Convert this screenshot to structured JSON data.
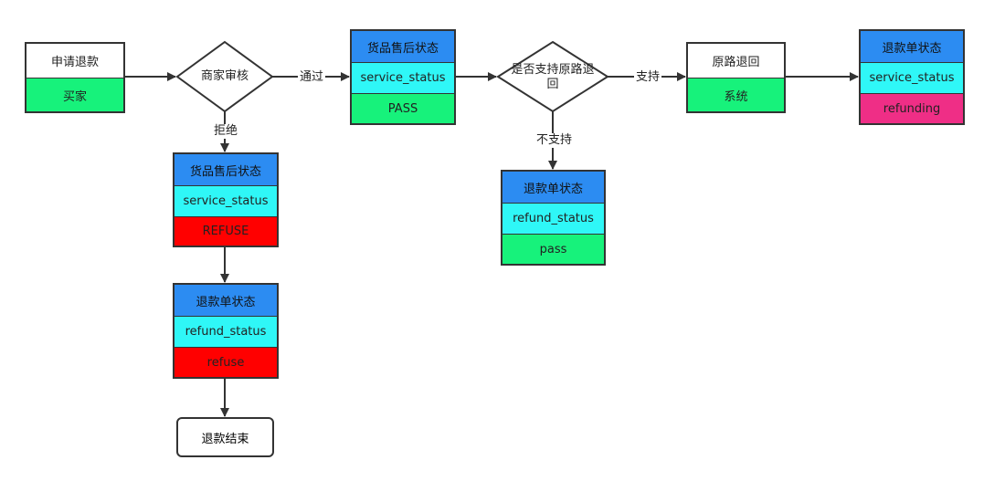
{
  "nodes": {
    "apply": {
      "title": "申请退款",
      "actor": "买家"
    },
    "merchant_review": {
      "label": "商家审核"
    },
    "goods_pass": {
      "title": "货品售后状态",
      "field": "service_status",
      "value": "PASS"
    },
    "support_check": {
      "label": "是否支持原路退回"
    },
    "original_return": {
      "title": "原路退回",
      "actor": "系统"
    },
    "refund_refunding": {
      "title": "退款单状态",
      "field": "service_status",
      "value": "refunding"
    },
    "refund_pass": {
      "title": "退款单状态",
      "field": "refund_status",
      "value": "pass"
    },
    "goods_refuse": {
      "title": "货品售后状态",
      "field": "service_status",
      "value": "REFUSE"
    },
    "refund_refuse": {
      "title": "退款单状态",
      "field": "refund_status",
      "value": "refuse"
    },
    "end": {
      "label": "退款结束"
    }
  },
  "edges": {
    "pass": "通过",
    "reject": "拒绝",
    "support": "支持",
    "not_support": "不支持"
  },
  "colors": {
    "header_blue": "#2c8cf2",
    "field_cyan": "#2ff7f7",
    "value_green": "#17f27b",
    "value_red": "#ff0000",
    "value_pink": "#ef2e86"
  }
}
